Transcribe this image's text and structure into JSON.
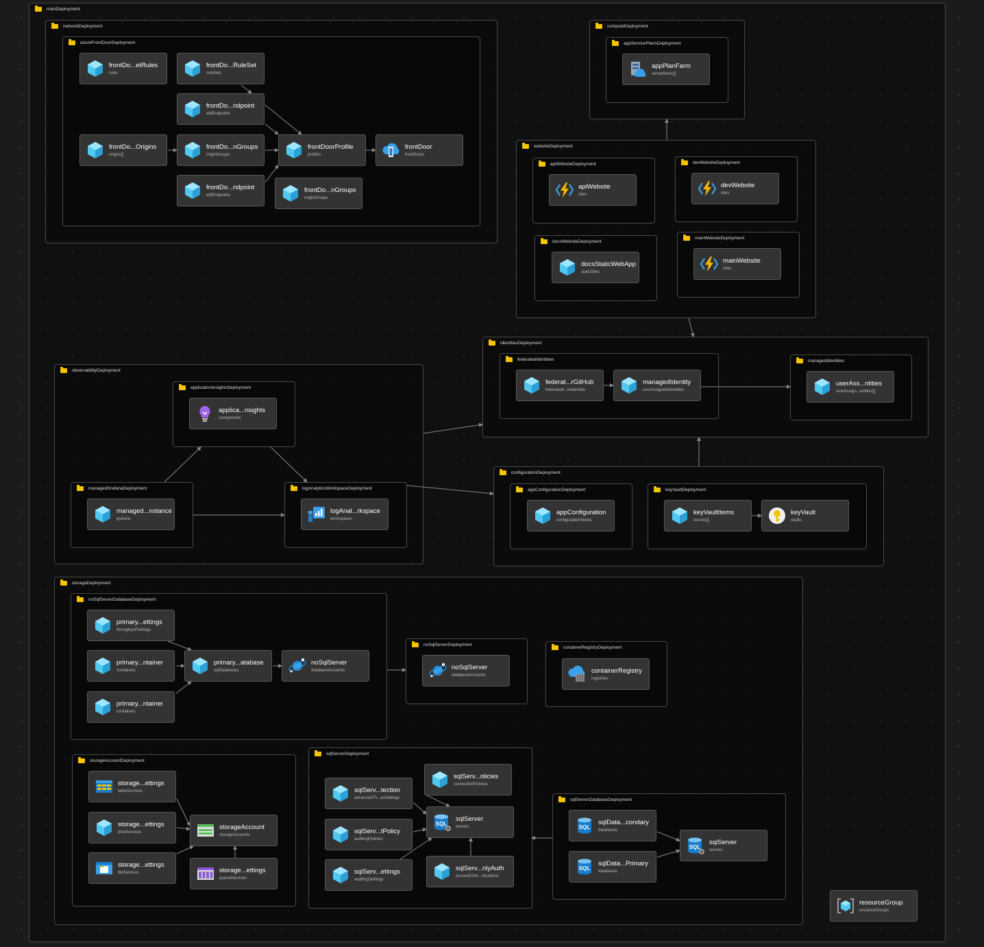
{
  "groups": [
    {
      "id": "g1",
      "label": "mainDeployment"
    },
    {
      "id": "g2",
      "label": "networkDeployment"
    },
    {
      "id": "g3",
      "label": "azureFrontDoorDeployment"
    },
    {
      "id": "g4",
      "label": "computeDeployment"
    },
    {
      "id": "g5",
      "label": "appServicePlansDeployment"
    },
    {
      "id": "g6",
      "label": "websiteDeployment"
    },
    {
      "id": "g7",
      "label": "apiWebsiteDeployment"
    },
    {
      "id": "g8",
      "label": "devWebsiteDeployment"
    },
    {
      "id": "g9",
      "label": "docsWebsiteDeployment"
    },
    {
      "id": "g10",
      "label": "mainWebsiteDeployment"
    },
    {
      "id": "g11",
      "label": "identitiesDeployment"
    },
    {
      "id": "g12",
      "label": "federatedIdentities"
    },
    {
      "id": "g13",
      "label": "managedIdentities"
    },
    {
      "id": "g14",
      "label": "observabilityDeployment"
    },
    {
      "id": "g15",
      "label": "applicationInsightsDeployment"
    },
    {
      "id": "g16",
      "label": "managedGrafanaDeployment"
    },
    {
      "id": "g17",
      "label": "logAnalyticsWorkspaceDeployment"
    },
    {
      "id": "g18",
      "label": "configurationDeployment"
    },
    {
      "id": "g19",
      "label": "appConfigurationDeployment"
    },
    {
      "id": "g20",
      "label": "keyVaultDeployment"
    },
    {
      "id": "g21",
      "label": "storageDeployment"
    },
    {
      "id": "g22",
      "label": "noSqlServerDatabaseDeployment"
    },
    {
      "id": "g23",
      "label": "noSqlServerDeployment"
    },
    {
      "id": "g24",
      "label": "containerRegistryDeployment"
    },
    {
      "id": "g25",
      "label": "storageAccountDeployment"
    },
    {
      "id": "g26",
      "label": "sqlServerDeployment"
    },
    {
      "id": "g27",
      "label": "sqlServerDatabaseDeployment"
    }
  ],
  "nodes": [
    {
      "id": "n1",
      "title": "frontDo...etRules",
      "sub": "rules",
      "icon": "cube"
    },
    {
      "id": "n2",
      "title": "frontDo...RuleSet",
      "sub": "ruleSets",
      "icon": "cube"
    },
    {
      "id": "n3",
      "title": "frontDo...ndpoint",
      "sub": "afdEndpoints",
      "icon": "cube"
    },
    {
      "id": "n4",
      "title": "frontDo...Origins",
      "sub": "origins[]",
      "icon": "cube"
    },
    {
      "id": "n5",
      "title": "frontDo...nGroups",
      "sub": "originGroups",
      "icon": "cube"
    },
    {
      "id": "n6",
      "title": "frontDoorProfile",
      "sub": "profiles",
      "icon": "cube"
    },
    {
      "id": "n7",
      "title": "frontDoor",
      "sub": "frontDoors",
      "icon": "frontdoor"
    },
    {
      "id": "n8",
      "title": "frontDo...ndpoint",
      "sub": "afdEndpoints",
      "icon": "cube"
    },
    {
      "id": "n9",
      "title": "frontDo...nGroups",
      "sub": "originGroups",
      "icon": "cube"
    },
    {
      "id": "n10",
      "title": "appPlanFarm",
      "sub": "serverfarms[]",
      "icon": "appplan"
    },
    {
      "id": "n11",
      "title": "apiWebsite",
      "sub": "sites",
      "icon": "function"
    },
    {
      "id": "n12",
      "title": "devWebsite",
      "sub": "sites",
      "icon": "function"
    },
    {
      "id": "n13",
      "title": "docsStaticWebApp",
      "sub": "staticSites",
      "icon": "cube"
    },
    {
      "id": "n14",
      "title": "mainWebsite",
      "sub": "sites",
      "icon": "function"
    },
    {
      "id": "n15",
      "title": "federat...rGitHub",
      "sub": "federatedI...redentials",
      "icon": "cube"
    },
    {
      "id": "n16",
      "title": "managedIdentity",
      "sub": "userAssignedIdentities",
      "icon": "cube"
    },
    {
      "id": "n17",
      "title": "userAss...ntities",
      "sub": "userAssign...entities[]",
      "icon": "cube"
    },
    {
      "id": "n18",
      "title": "applica...nsights",
      "sub": "components",
      "icon": "appinsights"
    },
    {
      "id": "n19",
      "title": "managed...nstance",
      "sub": "grafana",
      "icon": "cube"
    },
    {
      "id": "n20",
      "title": "logAnal...rkspace",
      "sub": "workspaces",
      "icon": "loganalytics"
    },
    {
      "id": "n21",
      "title": "appConfiguration",
      "sub": "configurationStores",
      "icon": "cube"
    },
    {
      "id": "n22",
      "title": "keyVaultItems",
      "sub": "secrets[]",
      "icon": "cube"
    },
    {
      "id": "n23",
      "title": "keyVault",
      "sub": "vaults",
      "icon": "keyvault"
    },
    {
      "id": "n24",
      "title": "primary...ettings",
      "sub": "throughputSettings",
      "icon": "cube"
    },
    {
      "id": "n25",
      "title": "primary...ntainer",
      "sub": "containers",
      "icon": "cube"
    },
    {
      "id": "n26",
      "title": "primary...atabase",
      "sub": "sqlDatabases",
      "icon": "cube"
    },
    {
      "id": "n27",
      "title": "noSqlServer",
      "sub": "databaseAccounts",
      "icon": "cosmos"
    },
    {
      "id": "n28",
      "title": "primary...ntainer",
      "sub": "containers",
      "icon": "cube"
    },
    {
      "id": "n29",
      "title": "noSqlServer",
      "sub": "databaseAccounts",
      "icon": "cosmos"
    },
    {
      "id": "n30",
      "title": "containerRegistry",
      "sub": "registries",
      "icon": "registry"
    },
    {
      "id": "n31",
      "title": "storage...ettings",
      "sub": "tableServices",
      "icon": "table"
    },
    {
      "id": "n32",
      "title": "storage...ettings",
      "sub": "blobServices",
      "icon": "cube"
    },
    {
      "id": "n33",
      "title": "storageAccount",
      "sub": "storageAccounts",
      "icon": "storage"
    },
    {
      "id": "n34",
      "title": "storage...ettings",
      "sub": "fileServices",
      "icon": "files"
    },
    {
      "id": "n35",
      "title": "storage...ettings",
      "sub": "queueServices",
      "icon": "queue"
    },
    {
      "id": "n36",
      "title": "sqlServ...olicies",
      "sub": "connectionPolicies",
      "icon": "cube"
    },
    {
      "id": "n37",
      "title": "sqlServ...tection",
      "sub": "advancedTh...onSettings",
      "icon": "cube"
    },
    {
      "id": "n38",
      "title": "sqlServer",
      "sub": "servers",
      "icon": "sql"
    },
    {
      "id": "n39",
      "title": "sqlServ...tPolicy",
      "sub": "auditingPolicies",
      "icon": "cube"
    },
    {
      "id": "n40",
      "title": "sqlServ...ettings",
      "sub": "auditingSettings",
      "icon": "cube"
    },
    {
      "id": "n41",
      "title": "sqlServ...nlyAuth",
      "sub": "azureADOnl...ntications",
      "icon": "cube"
    },
    {
      "id": "n42",
      "title": "sqlData...condary",
      "sub": "databases",
      "icon": "sqldb"
    },
    {
      "id": "n43",
      "title": "sqlData...Primary",
      "sub": "databases",
      "icon": "sqldb"
    },
    {
      "id": "n44",
      "title": "sqlServer",
      "sub": "servers",
      "icon": "sql"
    },
    {
      "id": "n45",
      "title": "resourceGroup",
      "sub": "resourceGroups",
      "icon": "resourcegroup"
    }
  ],
  "colors": {
    "background": "#1b1b1b",
    "group_border": "#4a4a4a",
    "node_fill": "#333333",
    "edge": "#8a8a8a",
    "folder": "#f5c400",
    "cube": "#50c8f0"
  }
}
